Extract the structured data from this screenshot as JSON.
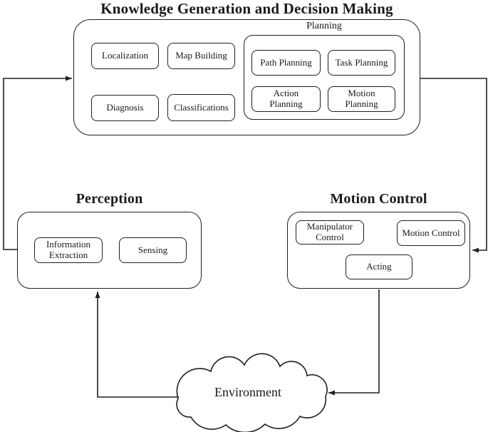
{
  "title": "Knowledge Generation and Decision Making",
  "knowledge": {
    "boxes": [
      "Localization",
      "Map Building",
      "Diagnosis",
      "Classifications"
    ],
    "planning": {
      "label": "Planning",
      "boxes": [
        "Path Planning",
        "Task Planning",
        "Action Planning",
        "Motion Planning"
      ]
    }
  },
  "perception": {
    "title": "Perception",
    "boxes": [
      "Information Extraction",
      "Sensing"
    ]
  },
  "motion_control": {
    "title": "Motion Control",
    "boxes": [
      "Manipulator Control",
      "Motion Control",
      "Acting"
    ]
  },
  "environment": {
    "label": "Environment"
  },
  "colors": {
    "stroke": "#1f1f1f",
    "background": "#ffffff"
  }
}
